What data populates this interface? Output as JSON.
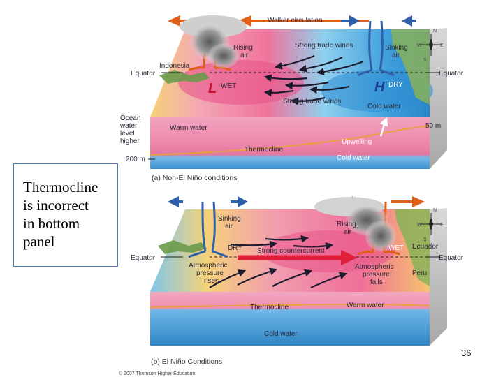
{
  "panel_a": {
    "walker_circulation": "Walker circulation",
    "rising_air_line1": "Rising",
    "rising_air_line2": "air",
    "sinking_air_line1": "Sinking",
    "sinking_air_line2": "air",
    "indonesia": "Indonesia",
    "equator_left": "Equator",
    "equator_right": "Equator",
    "strong_trade_winds_top": "Strong trade winds",
    "strong_trade_winds_bottom": "Strong trade winds",
    "low_symbol": "L",
    "wet": "WET",
    "high_symbol": "H",
    "dry": "DRY",
    "cold_water_surface": "Cold water",
    "ocean_level_line1": "Ocean",
    "ocean_level_line2": "water",
    "ocean_level_line3": "level",
    "ocean_level_line4": "higher",
    "warm_water": "Warm water",
    "depth_50m": "50 m",
    "upwelling": "Upwelling",
    "thermocline": "Thermocline",
    "depth_200m": "200 m",
    "cold_water_deep": "Cold water",
    "caption": "(a) Non-El Niño conditions"
  },
  "panel_b": {
    "sinking_air_line1": "Sinking",
    "sinking_air_line2": "air",
    "rising_air_line1": "Rising",
    "rising_air_line2": "air",
    "dry": "DRY",
    "wet": "WET",
    "strong_countercurrent": "Strong countercurrent",
    "equator_left": "Equator",
    "equator_right": "Equator",
    "ecuador": "Ecuador",
    "peru": "Peru",
    "pressure_rises_line1": "Atmospheric",
    "pressure_rises_line2": "pressure",
    "pressure_rises_line3": "rises",
    "pressure_falls_line1": "Atmospheric",
    "pressure_falls_line2": "pressure",
    "pressure_falls_line3": "falls",
    "thermocline": "Thermocline",
    "warm_water": "Warm water",
    "cold_water": "Cold water",
    "caption": "(b) El Niño Conditions"
  },
  "compass": {
    "n": "N",
    "w": "W",
    "e": "E",
    "s": "S"
  },
  "copyright": "© 2007 Thomson Higher Education",
  "note": {
    "line1": "Thermocline",
    "line2": "is incorrect",
    "line3": "in bottom",
    "line4": "panel"
  },
  "page_number": "36",
  "colors": {
    "warm_arrow": "#e0601a",
    "cool_arrow": "#2f5fa8",
    "warm_surface": "#f07aa0",
    "cold_surface": "#3a9fd8",
    "deep_cold": "#2f86c6",
    "countercurrent": "#e0203a"
  }
}
